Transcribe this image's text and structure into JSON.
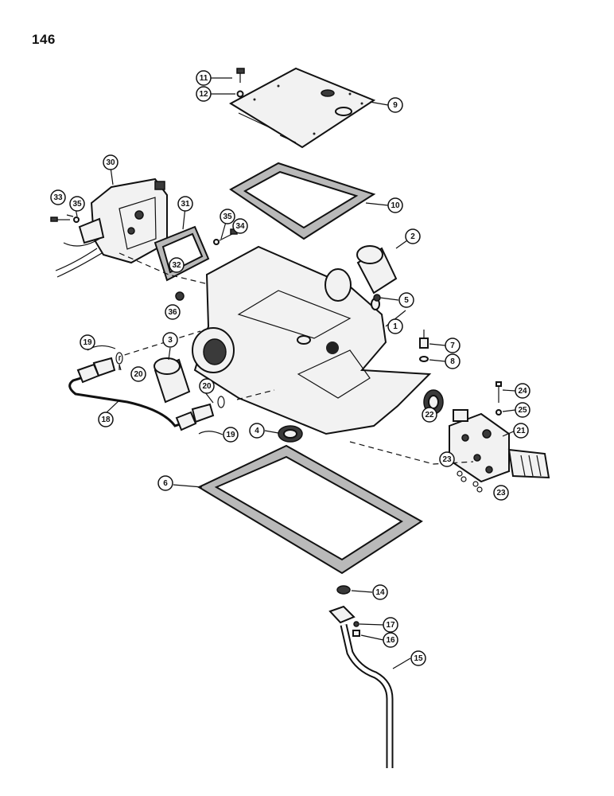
{
  "page_number": "146",
  "callouts": [
    "1",
    "2",
    "3",
    "4",
    "5",
    "6",
    "7",
    "8",
    "9",
    "10",
    "11",
    "12",
    "14",
    "15",
    "16",
    "17",
    "18",
    "19",
    "19",
    "20",
    "20",
    "21",
    "22",
    "23",
    "23",
    "24",
    "25",
    "30",
    "31",
    "32",
    "33",
    "34",
    "35",
    "35",
    "36"
  ]
}
